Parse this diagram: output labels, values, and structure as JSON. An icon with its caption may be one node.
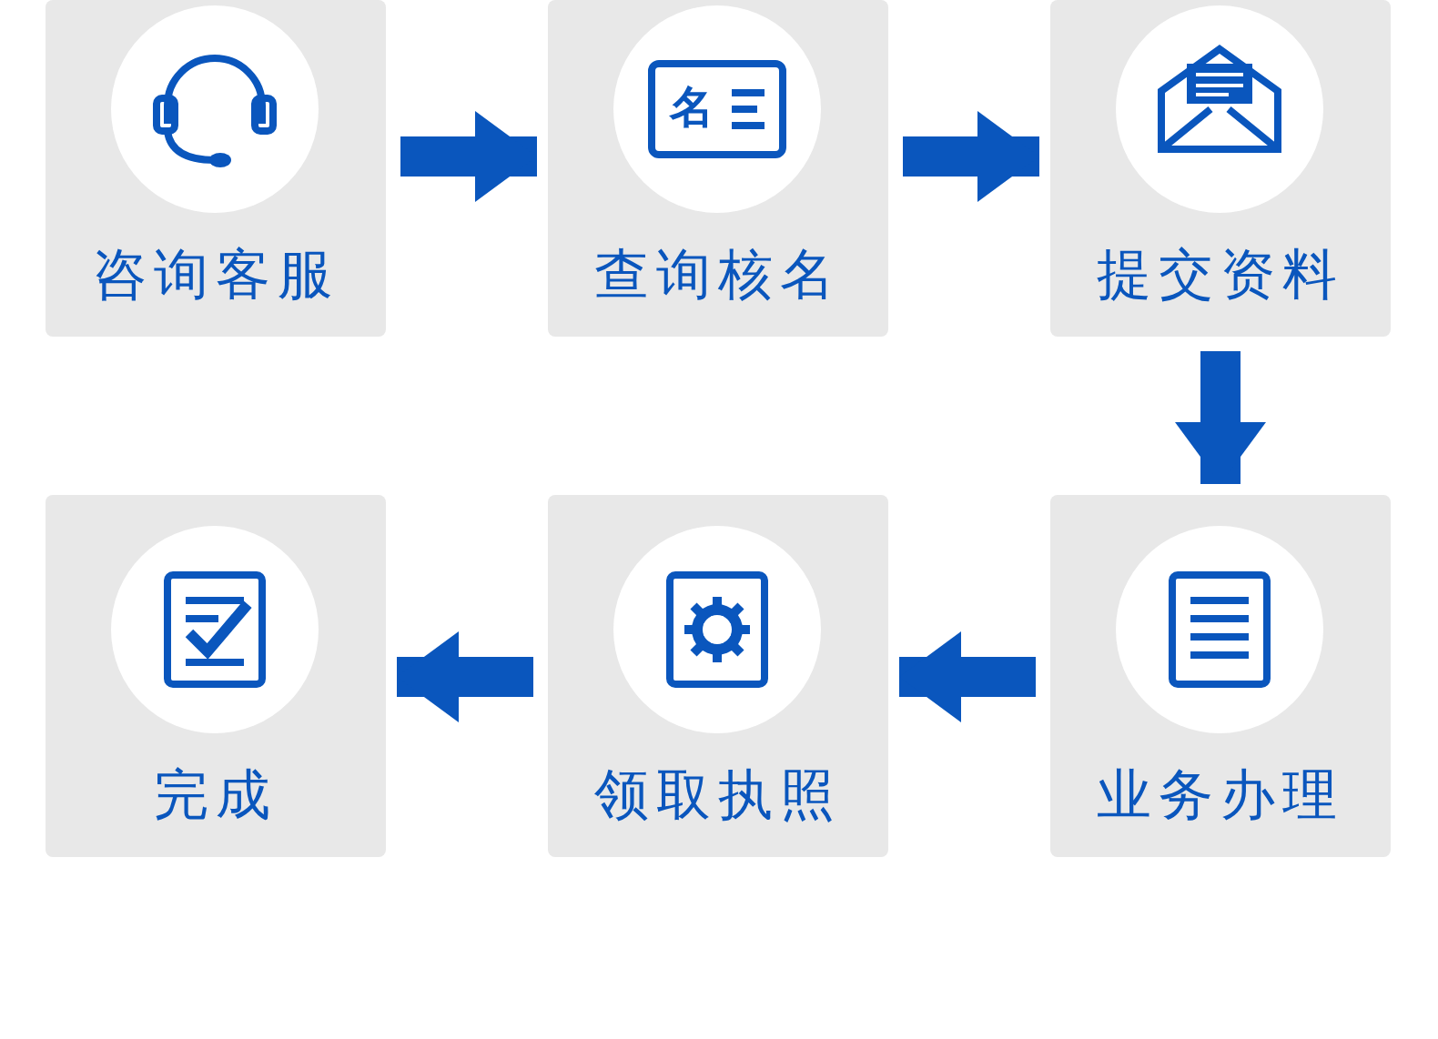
{
  "diagram": {
    "nodes": [
      {
        "text": [
          "咨询客服"
        ]
      },
      {
        "text": [
          "查询核名"
        ]
      },
      {
        "text": [
          "提交资料"
        ]
      },
      {
        "text": [
          "完成"
        ]
      },
      {
        "text": [
          "领取执照"
        ]
      },
      {
        "text": [
          "业务办理"
        ]
      }
    ],
    "edges": [
      {
        "from": 0,
        "to": 1,
        "arrow": "to"
      },
      {
        "from": 1,
        "to": 2,
        "arrow": "to"
      },
      {
        "from": 2,
        "to": 5,
        "arrow": "to"
      },
      {
        "from": 5,
        "to": 4,
        "arrow": "to"
      },
      {
        "from": 4,
        "to": 3,
        "arrow": "to"
      }
    ],
    "labels": [
      "名"
    ]
  }
}
